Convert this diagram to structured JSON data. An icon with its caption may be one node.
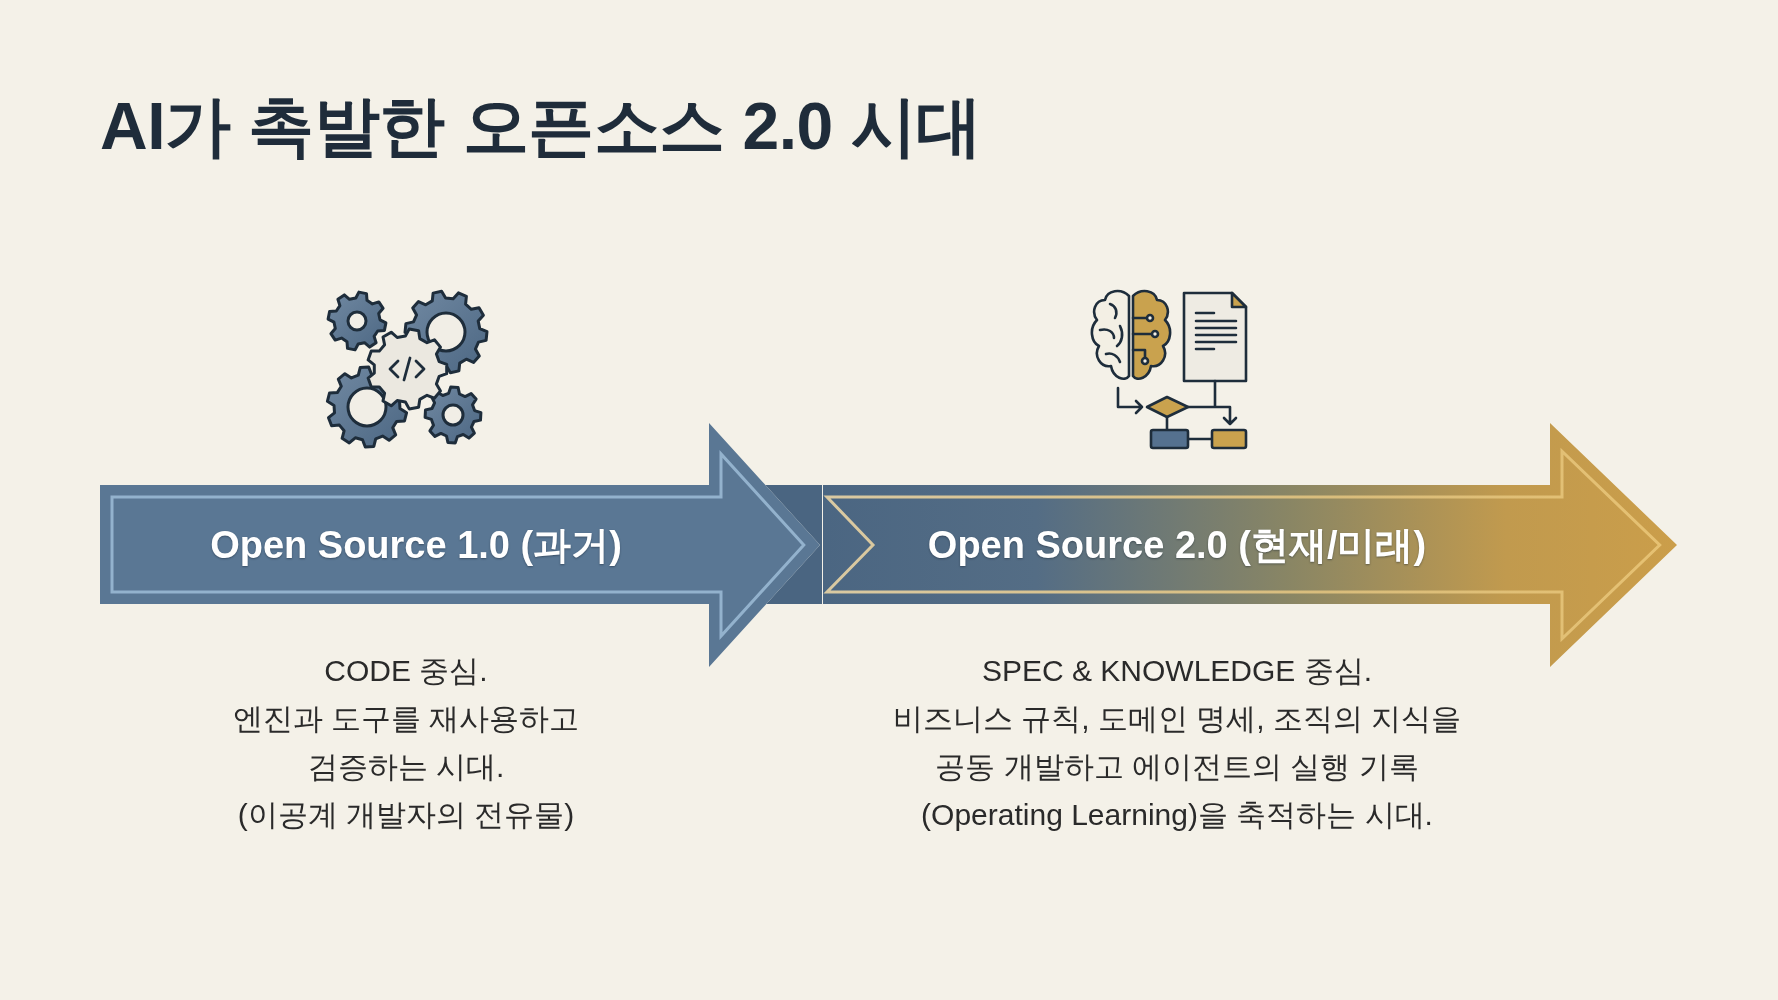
{
  "diagram": {
    "title": "AI가 촉발한 오픈소스 2.0 시대",
    "nodes": [
      {
        "text": [
          "Open Source 1.0 (과거)"
        ],
        "beside": [
          "CODE 중심.",
          "엔진과 도구를 재사용하고 검증하는 시대.",
          "(이공계 개발자의 전유물)"
        ]
      },
      {
        "text": [
          "Open Source 2.0 (현재/미래)"
        ],
        "beside": [
          "SPEC & KNOWLEDGE 중심.",
          "비즈니스 규칙, 도메인 명세, 조직의 지식을 공동 개발하고 에이전트의 실행 기록 (Operating Learning)을 축적하는 시대."
        ]
      }
    ]
  }
}
